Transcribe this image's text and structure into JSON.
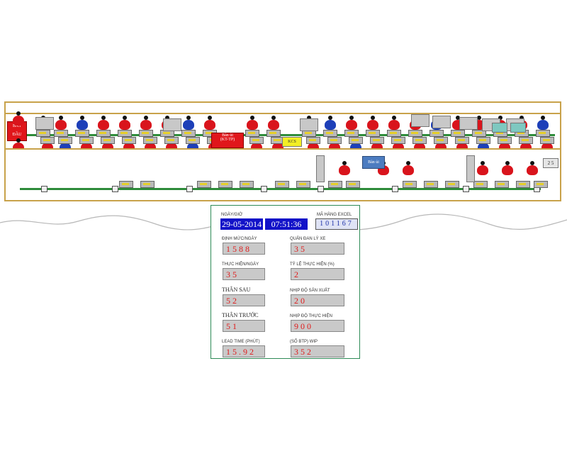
{
  "line_labels": {
    "start_tag": "BẮT ĐẦU",
    "red_station_tag": "Bàn ủi",
    "red_station_sub": "(KT-TP)",
    "yellow_tag": "KCS",
    "blue_tag": "Bàn ủi",
    "end_tag": "2 5"
  },
  "dashboard": {
    "date_label": "NGÀY/GIỜ",
    "date": "29-05-2014",
    "time": "07:51:36",
    "code_label": "MÃ HÀNG EXCEL",
    "code": "101167",
    "fields": [
      {
        "label": "ĐỊNH MỨC/NGÀY",
        "value": "1588"
      },
      {
        "label": "QUẢN ĐAN LÝ XE",
        "value": "35"
      },
      {
        "label": "THỰC HIỆN/NGÀY",
        "value": "35"
      },
      {
        "label": "TỶ LỆ THỰC HIỆN (%)",
        "value": "2"
      },
      {
        "label": "THÂN SAU",
        "value": "52"
      },
      {
        "label": "NHỊP ĐỘ SẢN XUẤT",
        "value": "20"
      },
      {
        "label": "THÂN TRƯỚC",
        "value": "51"
      },
      {
        "label": "NHỊP ĐỘ THỰC HIỆN",
        "value": "900"
      },
      {
        "label": "LEAD TIME (PHÚT)",
        "value": "15.92"
      },
      {
        "label": "(SỐ BTP) WIP",
        "value": "352"
      }
    ]
  },
  "colors": {
    "frame": "#c8a24a",
    "conveyor": "#2e8b3a",
    "worker": "#d9141c",
    "value_text": "#e01b1b",
    "date_bg": "#1212c8"
  }
}
